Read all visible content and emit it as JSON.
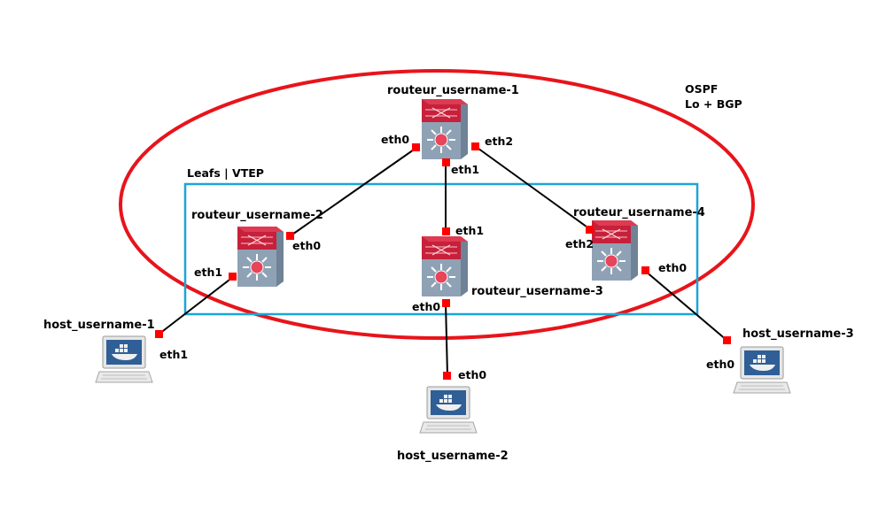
{
  "zones": {
    "ospf": {
      "label_line1": "OSPF",
      "label_line2": "Lo + BGP",
      "color": "#e8141b"
    },
    "leafs": {
      "label": "Leafs | VTEP",
      "color": "#1aa6d6"
    }
  },
  "nodes": {
    "r1": {
      "label": "routeur_username-1",
      "kind": "router"
    },
    "r2": {
      "label": "routeur_username-2",
      "kind": "router"
    },
    "r3": {
      "label": "routeur_username-3",
      "kind": "router"
    },
    "r4": {
      "label": "routeur_username-4",
      "kind": "router"
    },
    "h1": {
      "label": "host_username-1",
      "kind": "host"
    },
    "h2": {
      "label": "host_username-2",
      "kind": "host"
    },
    "h3": {
      "label": "host_username-3",
      "kind": "host"
    }
  },
  "interfaces": {
    "r1_eth0": "eth0",
    "r1_eth1": "eth1",
    "r1_eth2": "eth2",
    "r2_eth0": "eth0",
    "r2_eth1": "eth1",
    "r3_eth1": "eth1",
    "r3_eth0": "eth0",
    "r4_eth2": "eth2",
    "r4_eth0": "eth0",
    "h1_eth1": "eth1",
    "h2_eth0": "eth0",
    "h3_eth0": "eth0"
  },
  "links": [
    {
      "from": "routeur_username-1",
      "from_if": "eth0",
      "to": "routeur_username-2",
      "to_if": "eth0"
    },
    {
      "from": "routeur_username-1",
      "from_if": "eth1",
      "to": "routeur_username-3",
      "to_if": "eth1"
    },
    {
      "from": "routeur_username-1",
      "from_if": "eth2",
      "to": "routeur_username-4",
      "to_if": "eth2"
    },
    {
      "from": "routeur_username-2",
      "from_if": "eth1",
      "to": "host_username-1",
      "to_if": "eth1"
    },
    {
      "from": "routeur_username-3",
      "from_if": "eth0",
      "to": "host_username-2",
      "to_if": "eth0"
    },
    {
      "from": "routeur_username-4",
      "from_if": "eth0",
      "to": "host_username-3",
      "to_if": "eth0"
    }
  ],
  "icons": {
    "router": "router-icon",
    "host": "docker-host-icon"
  },
  "colors": {
    "link": "#000000",
    "port": "#ff0000",
    "router_body": "#8fa2b5",
    "router_top": "#c7203a",
    "router_ball": "#e8445a",
    "host_screen": "#2f5f96",
    "host_body": "#dcdcdc"
  }
}
